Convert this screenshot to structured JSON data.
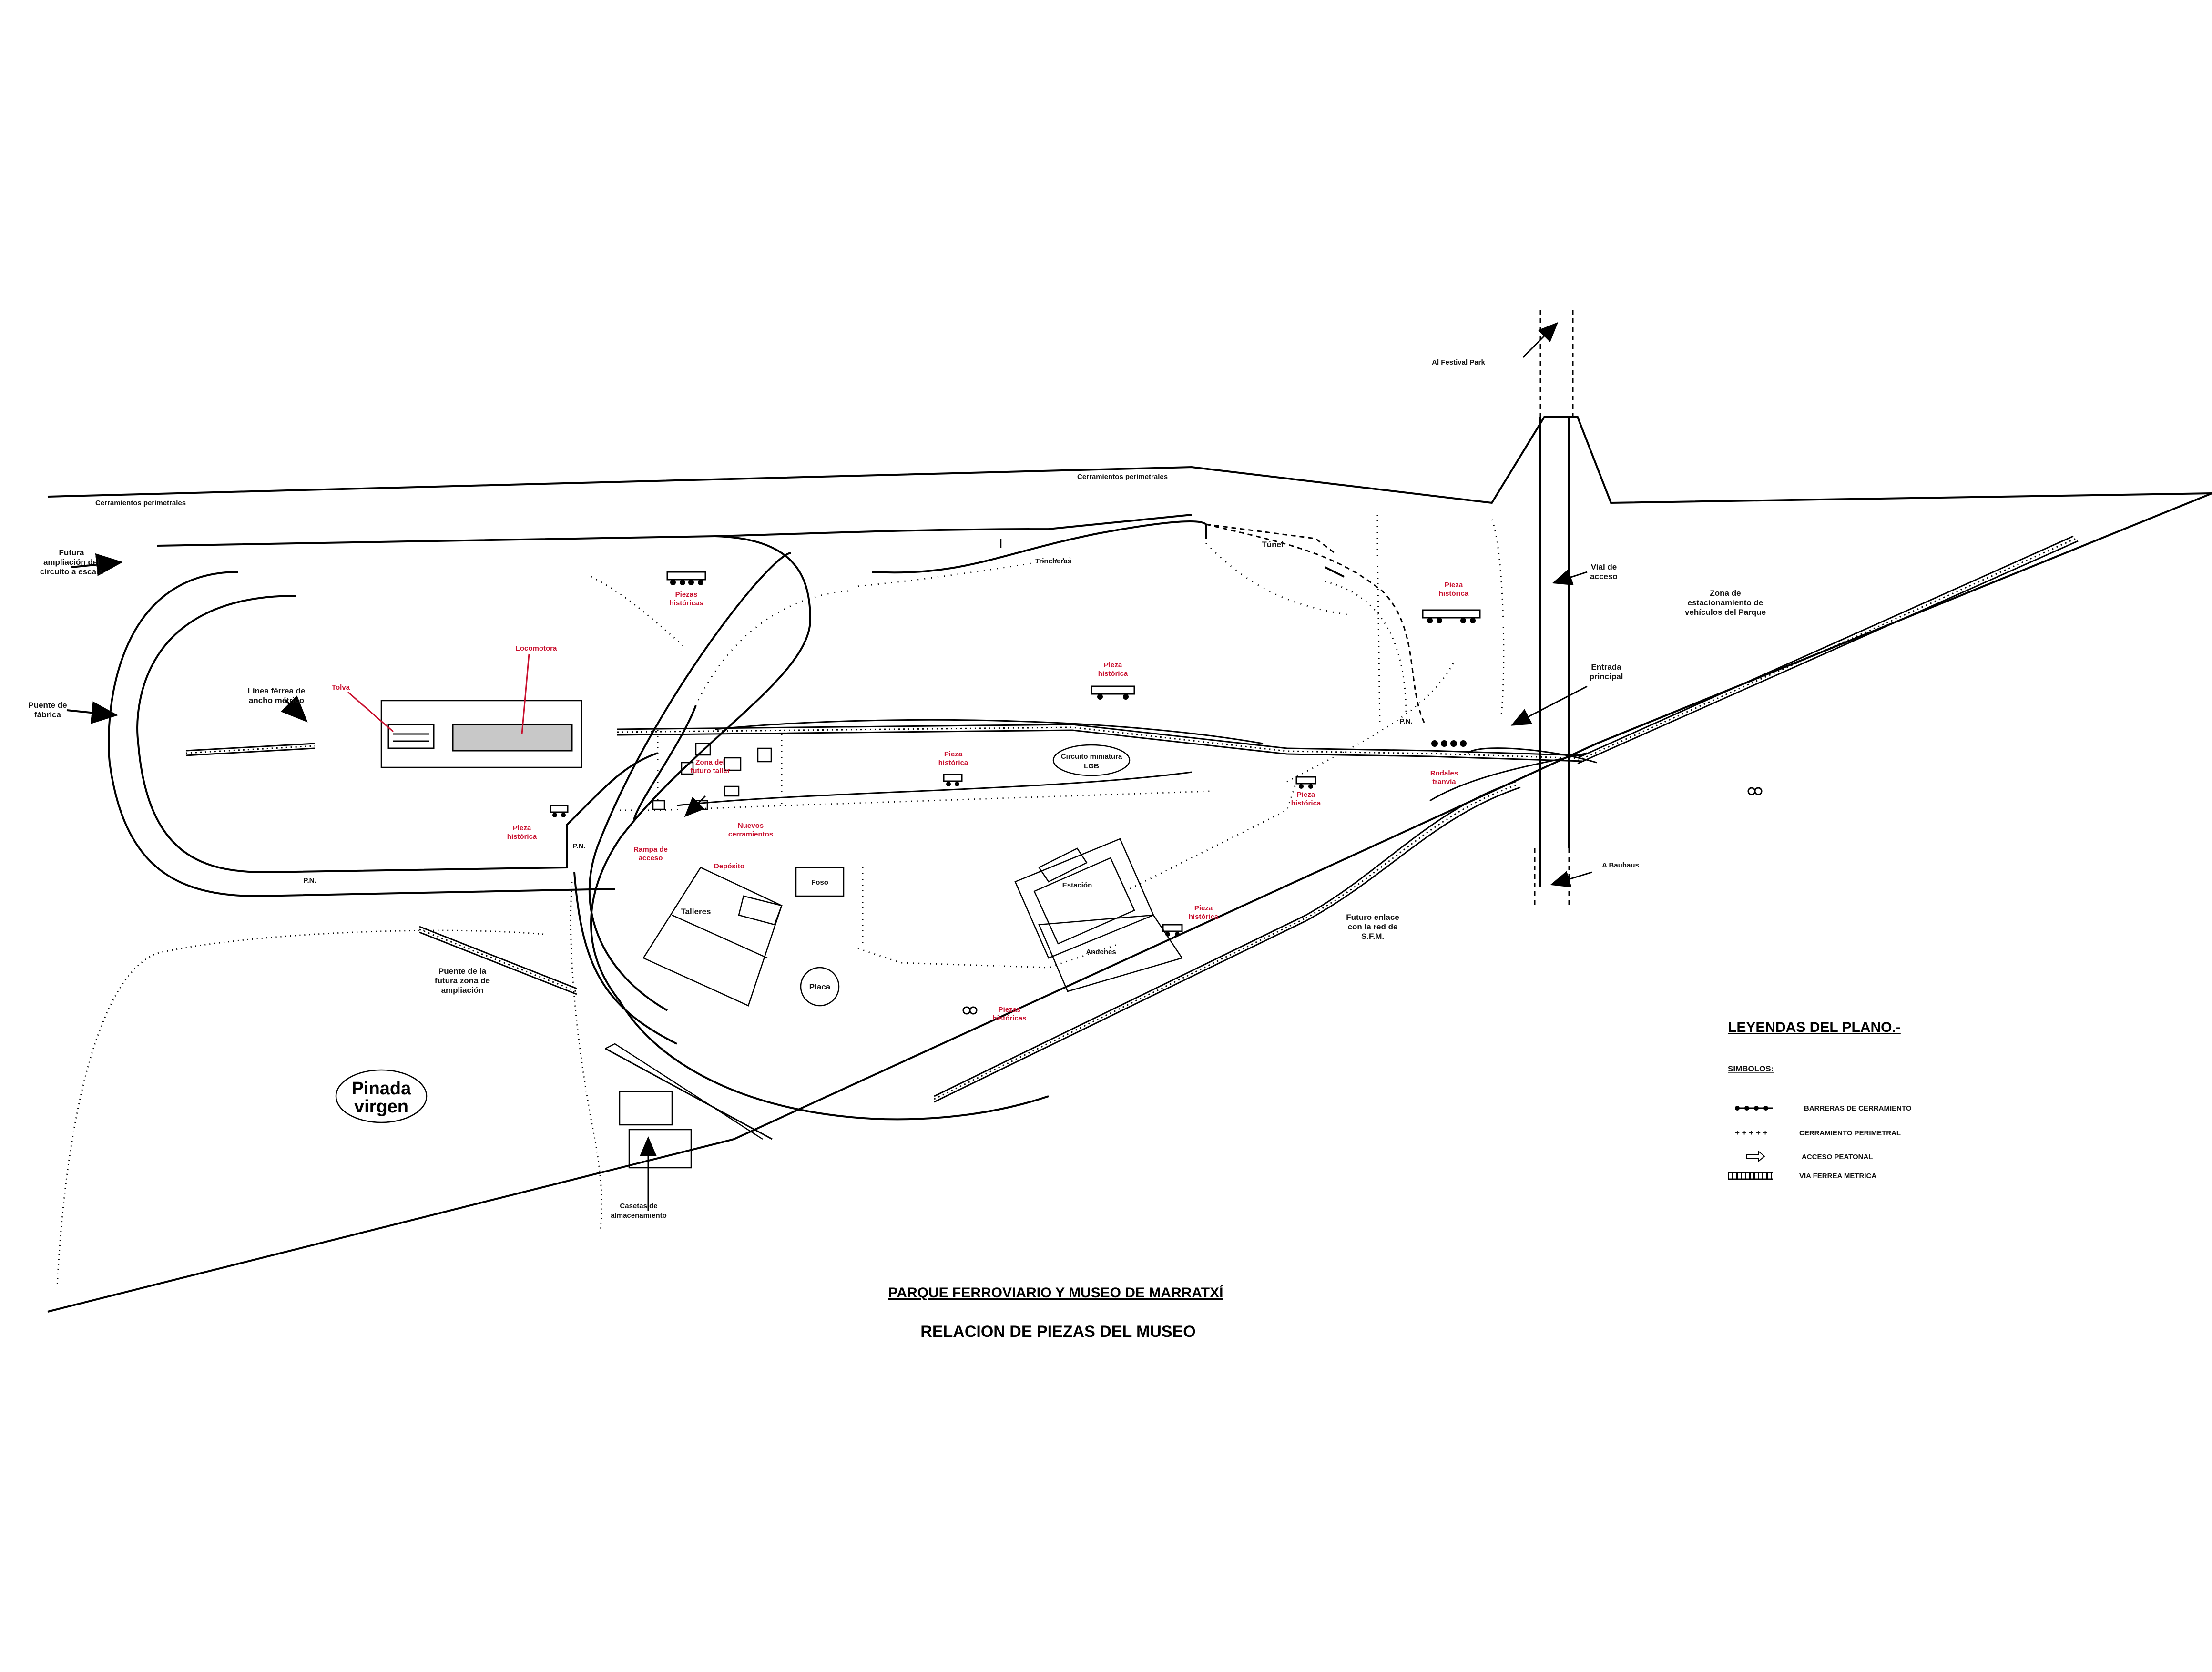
{
  "labels": {
    "cerramientos_left": "Cerramientos perimetrales",
    "cerramientos_top": "Cerramientos perimetrales",
    "futura_1": "Futura",
    "futura_2": "ampliación del",
    "futura_3": "circuito a escala",
    "puente_fabrica_1": "Puente de",
    "puente_fabrica_2": "fábrica",
    "linea_ferrea_1": "Linea férrea de",
    "linea_ferrea_2": "ancho métrico",
    "tolva": "Tolva",
    "locomotora": "Locomotora",
    "piezas_top_1": "Piezas",
    "piezas_top_2": "históricas",
    "trincheras": "Trincheras",
    "tunel": "Túnel",
    "pieza_right_1": "Pieza",
    "pieza_right_2": "histórica",
    "al_festival": "Al Festival Park",
    "vial_1": "Vial de",
    "vial_2": "acceso",
    "zona_est_1": "Zona de",
    "zona_est_2": "estacionamiento de",
    "zona_est_3": "vehículos del Parque",
    "entrada_1": "Entrada",
    "entrada_2": "principal",
    "pn_right": "P.N.",
    "pieza_center_1": "Pieza",
    "pieza_center_2": "histórica",
    "zona_taller_1": "Zona del",
    "zona_taller_2": "futuro taller",
    "pieza_mid_1": "Pieza",
    "pieza_mid_2": "histórica",
    "circuito_1": "Circuito miniatura",
    "circuito_2": "LGB",
    "pieza_left_1": "Pieza",
    "pieza_left_2": "histórica",
    "pn_left": "P.N.",
    "pn_bottom": "P.N.",
    "nuevos_1": "Nuevos",
    "nuevos_2": "cerramientos",
    "rampa_1": "Rampa de",
    "rampa_2": "acceso",
    "deposito": "Depósito",
    "talleres": "Talleres",
    "foso": "Foso",
    "placa": "Placa",
    "estacion": "Estación",
    "andenes": "Andenes",
    "pieza_est_1": "Pieza",
    "pieza_est_2": "histórica",
    "pieza_right2_1": "Pieza",
    "pieza_right2_2": "histórica",
    "rodales_1": "Rodales",
    "rodales_2": "tranvía",
    "a_bauhaus": "A Bauhaus",
    "futuro_enlace_1": "Futuro enlace",
    "futuro_enlace_2": "con la red de",
    "futuro_enlace_3": "S.F.M.",
    "piezas_bottom_1": "Piezas",
    "piezas_bottom_2": "históricas",
    "puente_futura_1": "Puente de la",
    "puente_futura_2": "futura zona de",
    "puente_futura_3": "ampliación",
    "pinada_1": "Pinada",
    "pinada_2": "virgen",
    "casetas_1": "Casetas de",
    "casetas_2": "almacenamiento"
  },
  "legend": {
    "heading": "LEYENDAS DEL PLANO.-",
    "simbolos": "SIMBOLOS:",
    "items": [
      "BARRERAS DE CERRAMIENTO",
      "CERRAMIENTO PERIMETRAL",
      "ACCESO PEATONAL",
      "VIA FERREA METRICA"
    ]
  },
  "titles": {
    "main": "PARQUE FERROVIARIO Y MUSEO DE MARRATXÍ",
    "sub": "RELACION DE PIEZAS DEL MUSEO"
  },
  "colors": {
    "ink": "#000000",
    "highlight": "#c8102e",
    "paper": "#ffffff"
  }
}
